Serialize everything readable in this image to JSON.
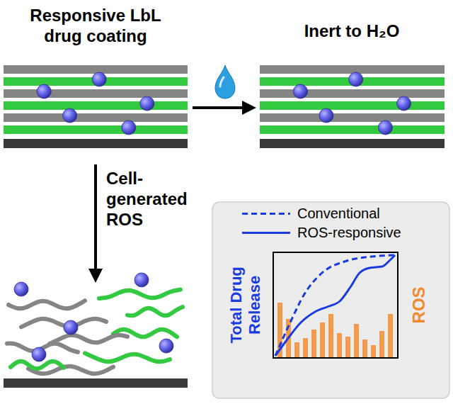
{
  "diagram": {
    "labels": [
      "Responsive LbL drug coating",
      "Inert to H₂O",
      "Cell- generated ROS",
      "Total Drug Release",
      "ROS"
    ],
    "legend": [
      {
        "text": "Conventional"
      },
      {
        "text": "ROS-responsive"
      }
    ]
  }
}
